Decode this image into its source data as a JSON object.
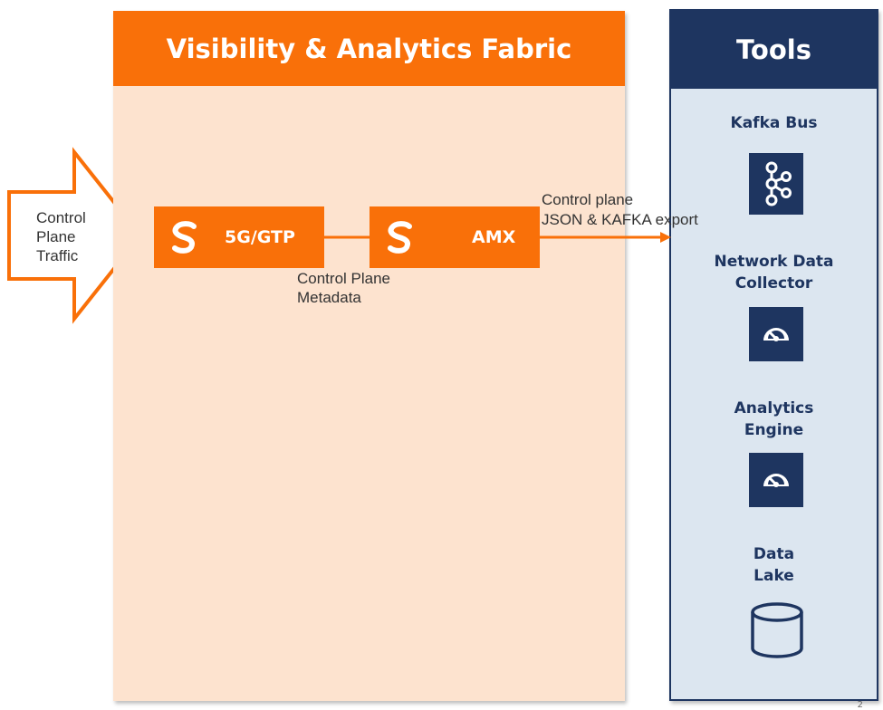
{
  "fabric": {
    "title": "Visibility & Analytics Fabric"
  },
  "tools": {
    "title": "Tools",
    "items": [
      {
        "label_lines": [
          "Kafka Bus"
        ],
        "icon": "kafka-icon"
      },
      {
        "label_lines": [
          "Network Data",
          "Collector"
        ],
        "icon": "gauge-icon"
      },
      {
        "label_lines": [
          "Analytics",
          "Engine"
        ],
        "icon": "gauge-icon"
      },
      {
        "label_lines": [
          "Data",
          "Lake"
        ],
        "icon": "database-icon"
      }
    ]
  },
  "input": {
    "lines": [
      "Control",
      "Plane",
      "Traffic"
    ]
  },
  "nodes": [
    {
      "label": "5G/GTP"
    },
    {
      "label": "AMX"
    }
  ],
  "metadata_label": [
    "Control Plane",
    "Metadata"
  ],
  "export_label": [
    "Control plane",
    "JSON & KAFKA export"
  ],
  "page_number": "2",
  "colors": {
    "orange": "#f97009",
    "peach": "#fde3cf",
    "navy": "#1e3560",
    "light_blue": "#dce6f0"
  }
}
